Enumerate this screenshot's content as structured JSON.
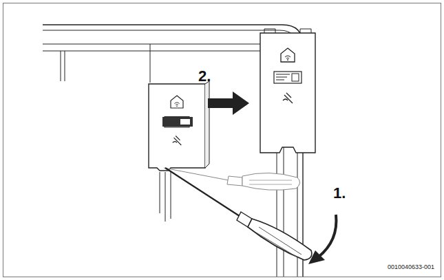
{
  "diagram": {
    "labels": [
      "1.",
      "2.",
      "0010040633-001"
    ]
  }
}
